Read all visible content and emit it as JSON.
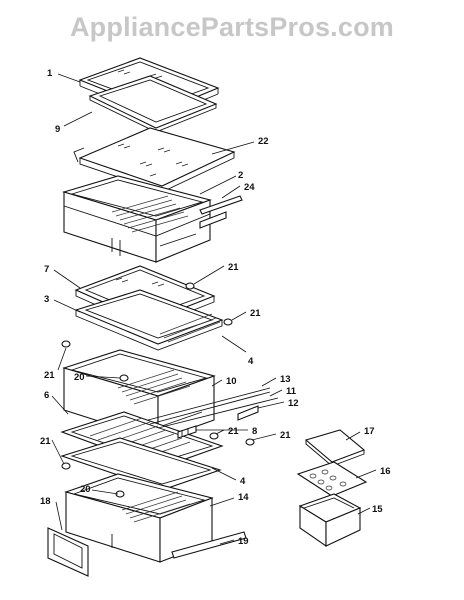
{
  "watermark": "AppliancePartsPros.com",
  "callouts": {
    "c1": "1",
    "c9": "9",
    "c22": "22",
    "c2": "2",
    "c24": "24",
    "c7": "7",
    "c21a": "21",
    "c3": "3",
    "c21b": "21",
    "c4a": "4",
    "c21c": "21",
    "c20a": "20",
    "c10": "10",
    "c13": "13",
    "c6": "6",
    "c11": "11",
    "c12": "12",
    "c8": "8",
    "c21d": "21",
    "c21e": "21",
    "c21f": "21",
    "c4b": "4",
    "c17": "17",
    "c16": "16",
    "c20b": "20",
    "c14": "14",
    "c18": "18",
    "c15": "15",
    "c19": "19"
  }
}
